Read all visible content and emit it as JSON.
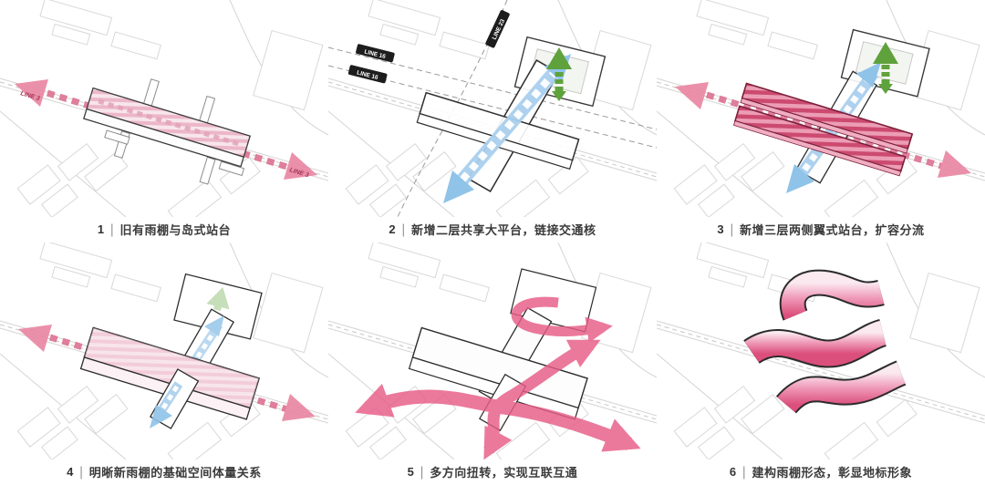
{
  "figure": {
    "description_language": "zh",
    "separator": "|"
  },
  "colors": {
    "arrow_pink": "#e05c82",
    "arrow_pink_fill": "#ea87a3",
    "platform_hatch_pink": "#cc4a70",
    "platform_light_pink": "#f8e3ea",
    "flow_blue": "#8fc3e8",
    "core_green": "#5fa23c",
    "ribbon_pink": "#db4f7c",
    "context_gray": "#d8d8d8",
    "caption_text": "#3b3b3b",
    "label_pill_bg": "#1d1d1d",
    "label_pill_text": "#ffffff",
    "line3_text": "#9c2747"
  },
  "panels": [
    {
      "number": "1",
      "separator": "|",
      "caption": "旧有雨棚与岛式站台",
      "labels": {
        "line_left": "LINE 3",
        "line_right": "LINE 3"
      }
    },
    {
      "number": "2",
      "separator": "|",
      "caption": "新增二层共享大平台，链接交通核",
      "labels": {
        "rail_a": "LINE 16",
        "rail_b": "LINE 16",
        "rail_c": "LINE 23"
      }
    },
    {
      "number": "3",
      "separator": "|",
      "caption": "新增三层两侧翼式站台，扩容分流"
    },
    {
      "number": "4",
      "separator": "|",
      "caption": "明晰新雨棚的基础空间体量关系"
    },
    {
      "number": "5",
      "separator": "|",
      "caption": "多方向扭转，实现互联互通"
    },
    {
      "number": "6",
      "separator": "|",
      "caption": "建构雨棚形态，彰显地标形象"
    }
  ]
}
